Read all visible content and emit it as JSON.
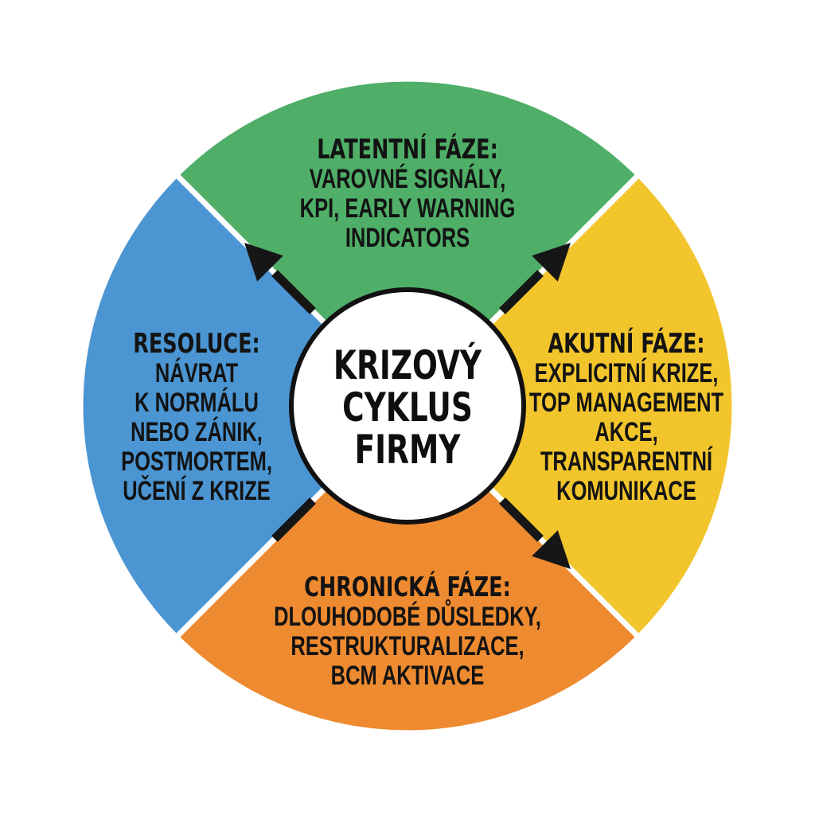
{
  "diagram": {
    "center": {
      "lines": [
        "KRIZOVÝ",
        "CYKLUS",
        "FIRMY"
      ]
    },
    "phases": {
      "latent": {
        "title": "LATENTNÍ FÁZE:",
        "lines": [
          "VAROVNÉ SIGNÁLY,",
          "KPI, EARLY WARNING",
          "INDICATORS"
        ],
        "color": "#4fae68"
      },
      "acute": {
        "title": "AKUTNÍ FÁZE:",
        "lines": [
          "EXPLICITNÍ KRIZE,",
          "TOP MANAGEMENT",
          "AKCE,",
          "TRANSPARENTNÍ",
          "KOMUNIKACE"
        ],
        "color": "#f2c52c"
      },
      "chronic": {
        "title": "CHRONICKÁ FÁZE:",
        "lines": [
          "DLOUHODOBÉ DŮSLEDKY,",
          "RESTRUKTURALIZACE,",
          "BCM AKTIVACE"
        ],
        "color": "#ee8a30"
      },
      "resolution": {
        "title": "RESOLUCE:",
        "lines": [
          "NÁVRAT",
          "K NORMÁLU",
          "NEBO ZÁNIK,",
          "POSTMORTEM,",
          "UČENÍ Z KRIZE"
        ],
        "color": "#4b95d2"
      }
    },
    "colors": {
      "background": "#ffffff",
      "divider": "#ffffff",
      "arrow": "#161616",
      "center_circle_fill": "#ffffff",
      "center_circle_stroke": "#111111",
      "text": "#131313"
    }
  }
}
